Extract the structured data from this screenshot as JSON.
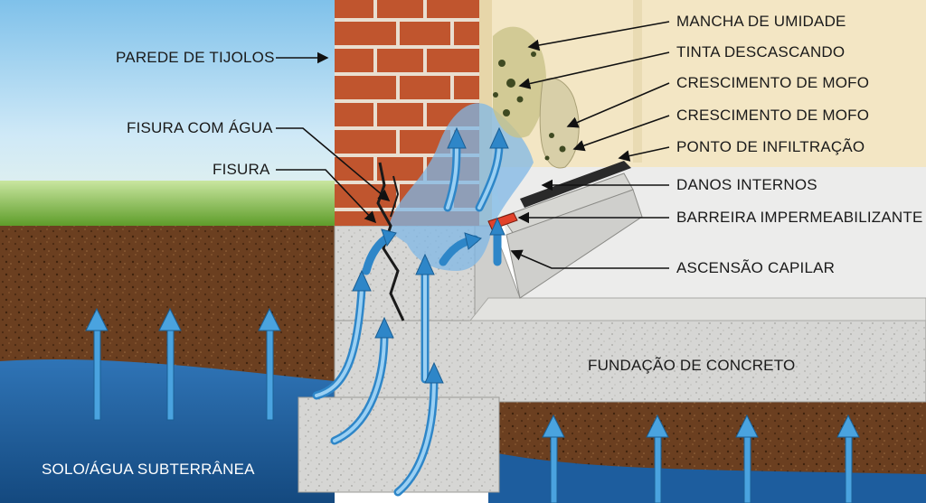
{
  "labels": {
    "parede_tijolos": "PAREDE DE TIJOLOS",
    "fisura_agua": "FISURA COM ÁGUA",
    "fisura": "FISURA",
    "mancha_umidade": "MANCHA DE UMIDADE",
    "tinta_descascando": "TINTA DESCASCANDO",
    "crescimento_mofo_1": "CRESCIMENTO DE MOFO",
    "crescimento_mofo_2": "CRESCIMENTO DE MOFO",
    "ponto_infiltracao": "PONTO DE INFILTRAÇÃO",
    "danos_internos": "DANOS INTERNOS",
    "barreira": "BARREIRA IMPERMEABILIZANTE",
    "ascensao_capilar": "ASCENSÃO CAPILAR",
    "fundacao": "FUNDAÇÃO DE CONCRETO",
    "solo_agua": "SOLO/ÁGUA SUBTERRÂNEA"
  },
  "colors": {
    "sky": "#a9d6ef",
    "grass": "#6cae2e",
    "soil": "#6b3f20",
    "groundwater": "#1d5d9e",
    "concrete": "#d9d9d9",
    "brick": "#c0552e",
    "interior_wall": "#f3e6c4",
    "arrow": "#4aa3df",
    "barrier": "#e2422b"
  }
}
